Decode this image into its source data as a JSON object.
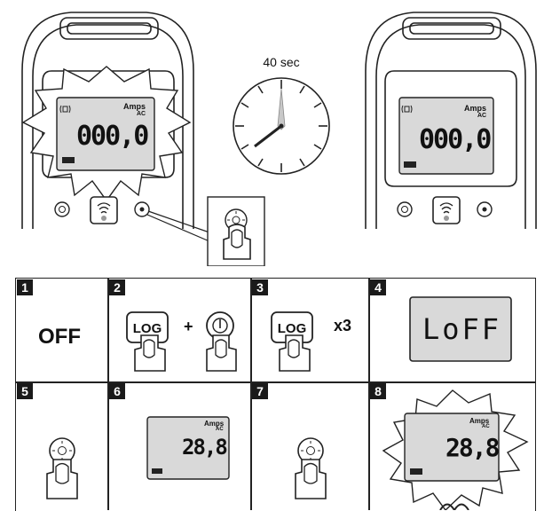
{
  "timer_label": "40 sec",
  "meter_left": {
    "amps": "Amps",
    "ac": "AC",
    "reading": "000,0"
  },
  "meter_right": {
    "amps": "Amps",
    "ac": "AC",
    "reading": "000,0"
  },
  "steps": [
    {
      "number": "1",
      "text": "OFF"
    },
    {
      "number": "2",
      "button": "LOG",
      "plus": "+"
    },
    {
      "number": "3",
      "button": "LOG",
      "times": "x3"
    },
    {
      "number": "4",
      "display": "LoFF"
    },
    {
      "number": "5"
    },
    {
      "number": "6",
      "amps": "Amps",
      "ac": "AC",
      "reading": "28,8"
    },
    {
      "number": "7"
    },
    {
      "number": "8",
      "amps": "Amps",
      "ac": "AC",
      "reading": "28,8"
    }
  ]
}
